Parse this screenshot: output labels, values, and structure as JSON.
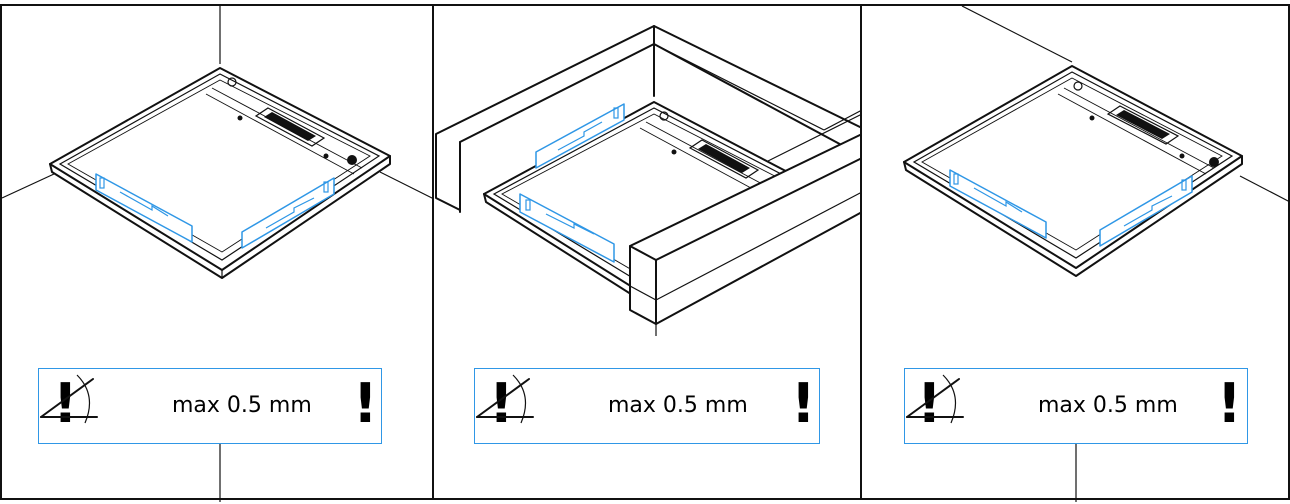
{
  "panels": [
    {
      "id": "step-1",
      "note": {
        "symbol": "!",
        "tolerance": "max 0.5 mm"
      }
    },
    {
      "id": "step-2",
      "note": {
        "symbol": "!",
        "tolerance": "max 0.5 mm"
      }
    },
    {
      "id": "step-3",
      "note": {
        "symbol": "!",
        "tolerance": "max 0.5 mm"
      }
    }
  ],
  "colors": {
    "line": "#111111",
    "level_highlight": "#2f97e6",
    "background": "#ffffff"
  },
  "icons": [
    "angle-icon",
    "exclamation-icon",
    "spirit-level-icon",
    "shower-tray-icon",
    "drain-channel-icon"
  ]
}
